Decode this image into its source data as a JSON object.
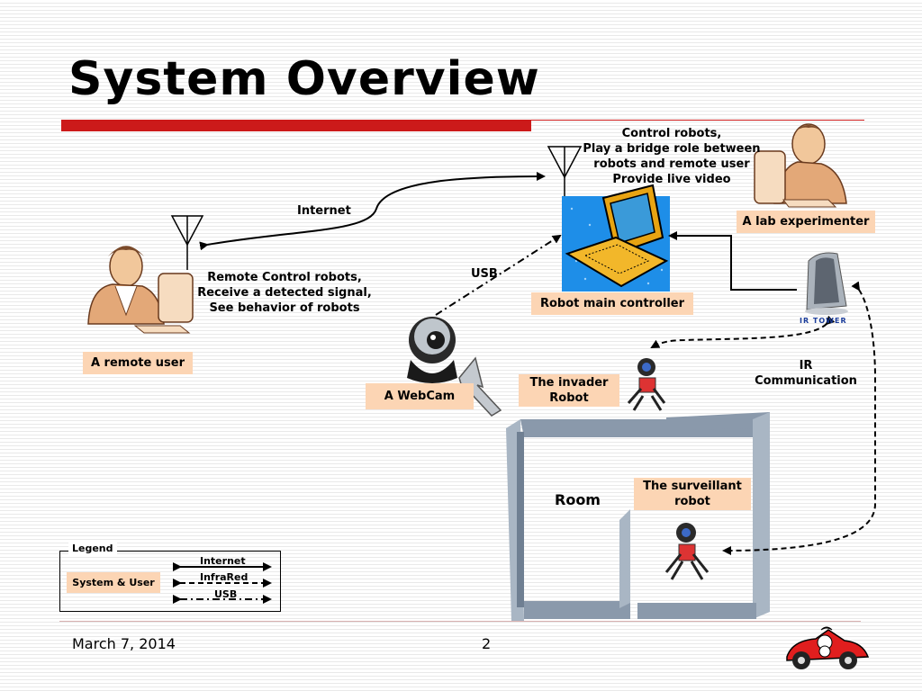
{
  "slide": {
    "title": "System Overview",
    "date": "March 7, 2014",
    "page": "2"
  },
  "diagram": {
    "controller_desc": [
      "Control robots,",
      "Play a bridge role between",
      "robots and remote user",
      "Provide live video"
    ],
    "internet_label": "Internet",
    "usb_label": "USB",
    "remote_desc": [
      "Remote Control robots,",
      "Receive a detected signal,",
      "See behavior of robots"
    ],
    "lab_experimenter": "A lab experimenter",
    "robot_main_controller": "Robot main controller",
    "remote_user": "A remote user",
    "webcam": "A WebCam",
    "invader_robot": [
      "The invader",
      "Robot"
    ],
    "ir_comm": [
      "IR",
      "Communication"
    ],
    "surveillant_robot": [
      "The surveillant",
      "robot"
    ],
    "room": "Room",
    "ir_tower": "IR TOWER"
  },
  "legend": {
    "title": "Legend",
    "system_user": "System & User",
    "internet": "Internet",
    "infrared": "InfraRed",
    "usb": "USB"
  }
}
